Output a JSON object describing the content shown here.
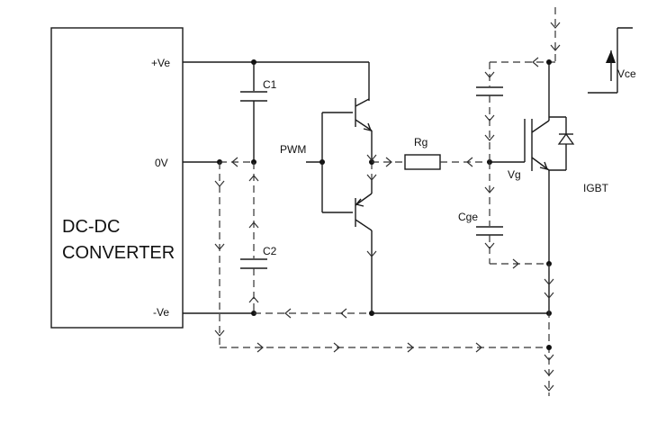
{
  "converter": {
    "line1": "DC-DC",
    "line2": "CONVERTER",
    "pos_terminal": "+Ve",
    "zero_terminal": "0V",
    "neg_terminal": "-Ve"
  },
  "components": {
    "c1": "C1",
    "c2": "C2",
    "pwm": "PWM",
    "rg": "Rg",
    "cge": "Cge",
    "vg": "Vg",
    "igbt": "IGBT",
    "vce": "Vce"
  },
  "colors": {
    "ink": "#1a1a1a",
    "background": "#ffffff"
  }
}
